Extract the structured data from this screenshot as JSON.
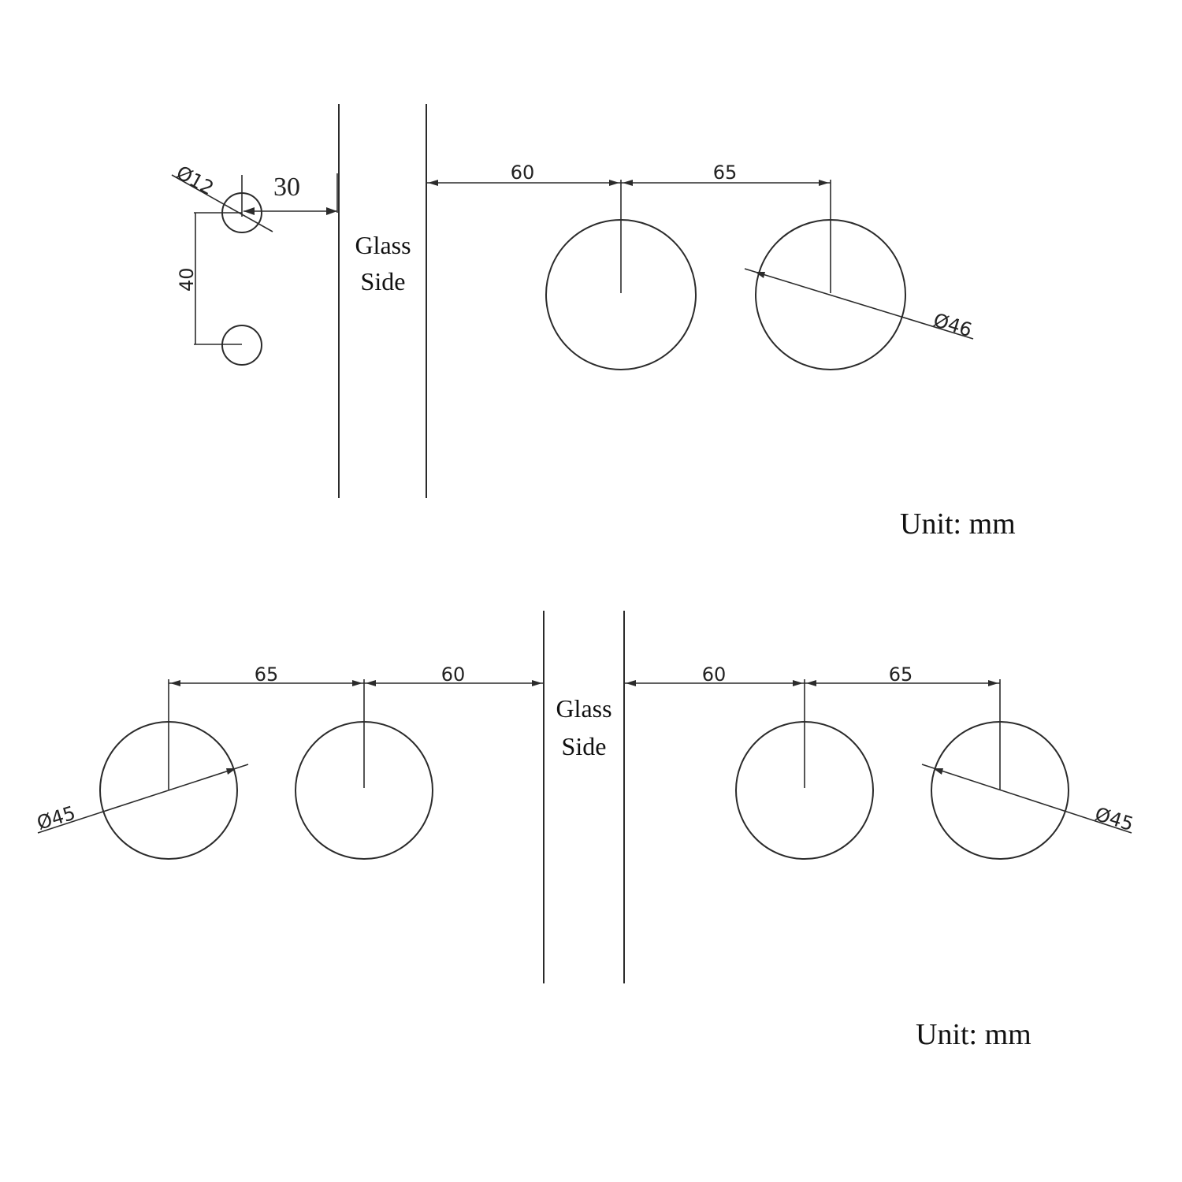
{
  "top": {
    "dim_d12": "Ø12",
    "dim_30": "30",
    "dim_40": "40",
    "glass_line1": "Glass",
    "glass_line2": "Side",
    "dim_60": "60",
    "dim_65": "65",
    "dim_d46": "Ø46",
    "unit": "Unit: mm"
  },
  "bottom": {
    "left_dim_65": "65",
    "left_dim_60": "60",
    "left_dim_d45": "Ø45",
    "glass_line1": "Glass",
    "glass_line2": "Side",
    "right_dim_60": "60",
    "right_dim_65": "65",
    "right_dim_d45": "Ø45",
    "unit": "Unit: mm"
  }
}
